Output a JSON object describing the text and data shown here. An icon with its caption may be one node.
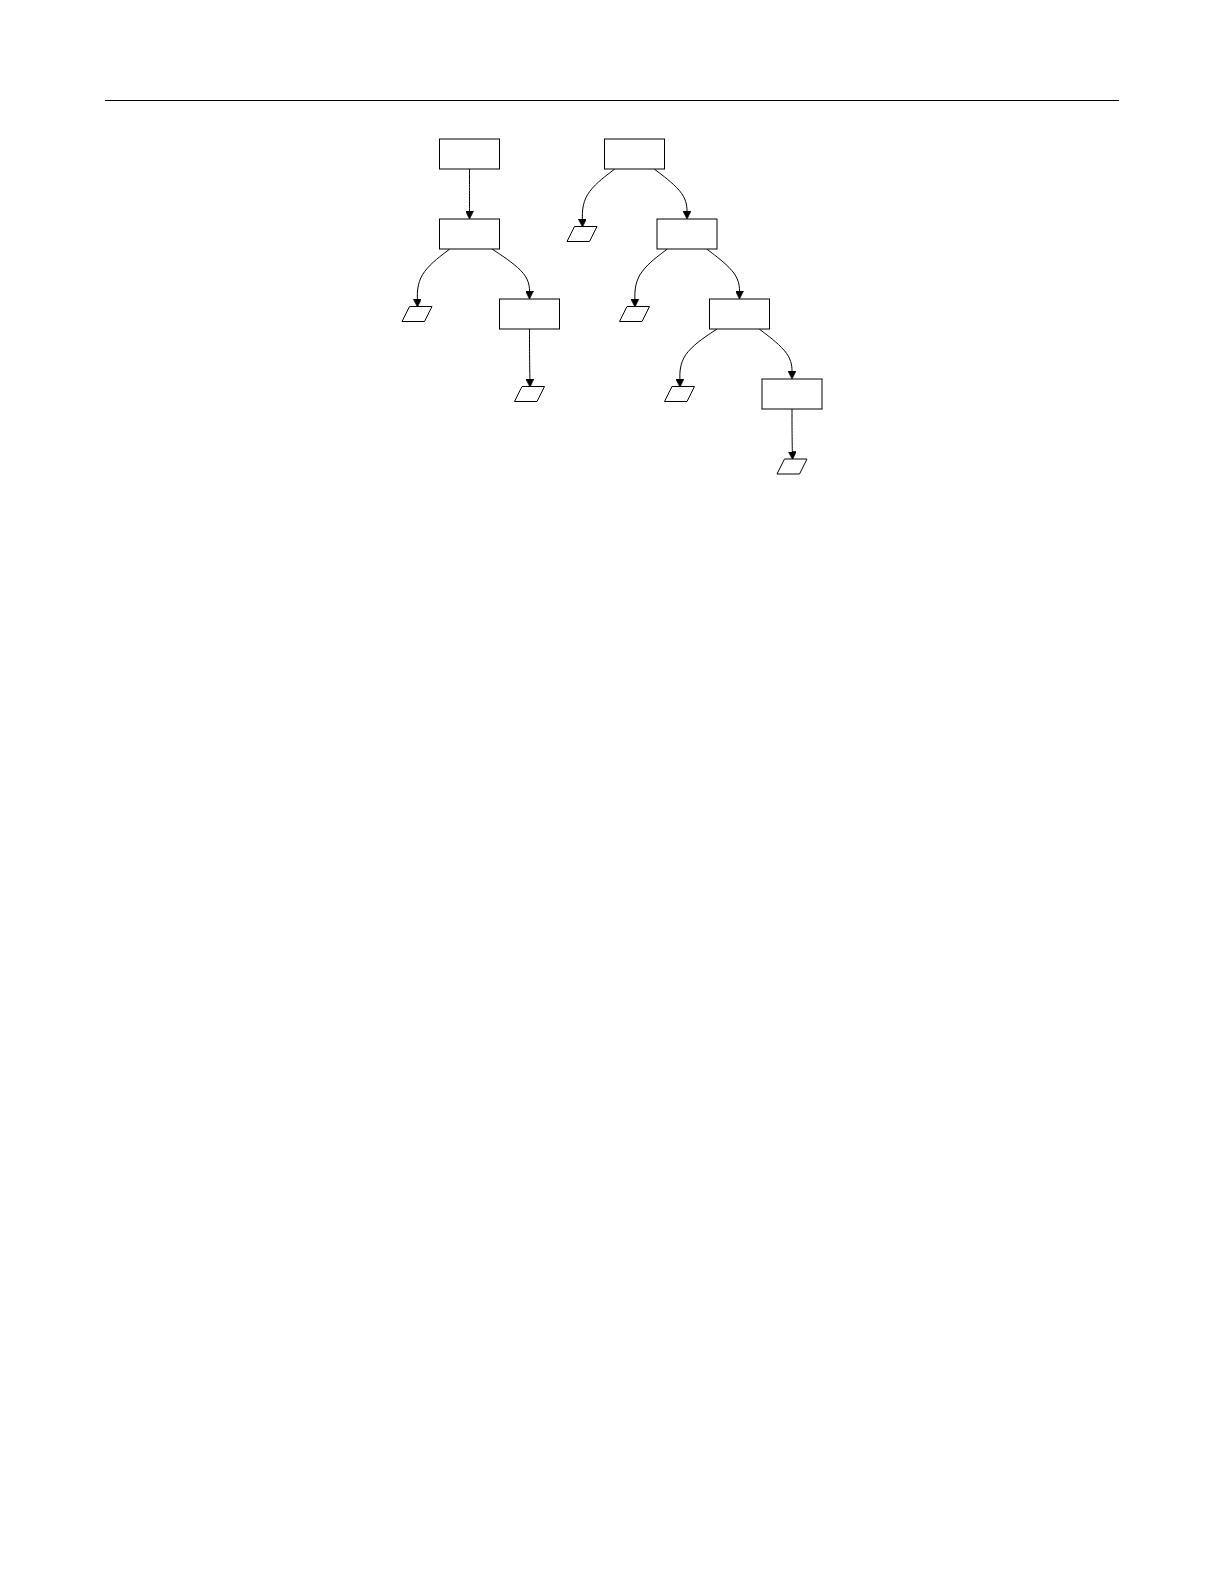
{
  "diagram": {
    "nodes": [
      {
        "text": [],
        "shape": "box"
      },
      {
        "text": [],
        "shape": "box"
      },
      {
        "text": [],
        "shape": "parallelogram"
      },
      {
        "text": [],
        "shape": "box"
      },
      {
        "text": [],
        "shape": "parallelogram"
      },
      {
        "text": [],
        "shape": "box"
      },
      {
        "text": [],
        "shape": "parallelogram"
      },
      {
        "text": [],
        "shape": "box"
      },
      {
        "text": [],
        "shape": "parallelogram"
      },
      {
        "text": [],
        "shape": "box"
      },
      {
        "text": [],
        "shape": "parallelogram"
      },
      {
        "text": [],
        "shape": "box"
      },
      {
        "text": [],
        "shape": "parallelogram"
      }
    ],
    "edges": [
      {
        "from": 0,
        "to": 1,
        "arrow": "to"
      },
      {
        "from": 1,
        "to": 2,
        "arrow": "to"
      },
      {
        "from": 1,
        "to": 3,
        "arrow": "to"
      },
      {
        "from": 3,
        "to": 4,
        "arrow": "to"
      },
      {
        "from": 5,
        "to": 6,
        "arrow": "to"
      },
      {
        "from": 5,
        "to": 7,
        "arrow": "to"
      },
      {
        "from": 7,
        "to": 8,
        "arrow": "to"
      },
      {
        "from": 7,
        "to": 9,
        "arrow": "to"
      },
      {
        "from": 9,
        "to": 10,
        "arrow": "to"
      },
      {
        "from": 9,
        "to": 11,
        "arrow": "to"
      },
      {
        "from": 11,
        "to": 12,
        "arrow": "to"
      }
    ]
  }
}
